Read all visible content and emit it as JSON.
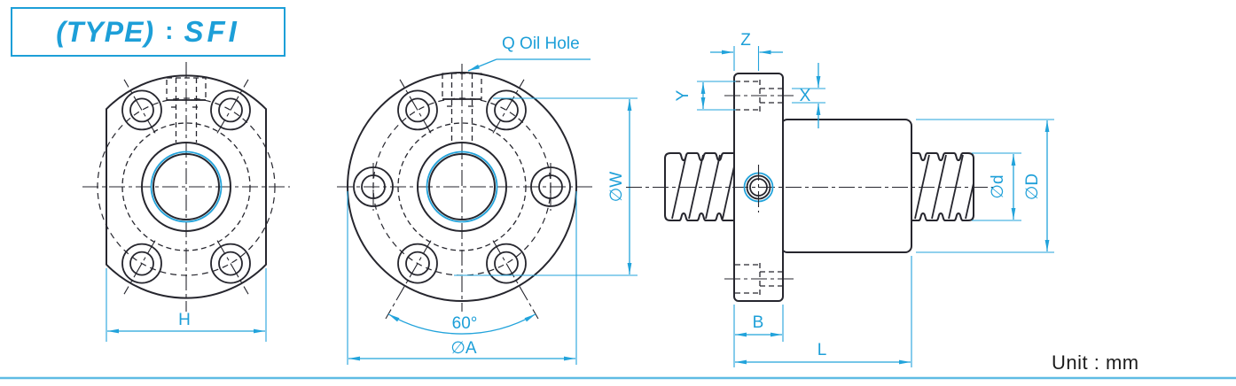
{
  "title": {
    "prefix": "(TYPE)",
    "colon": ":",
    "model": "SFI"
  },
  "callouts": {
    "oil_hole": "Q Oil Hole"
  },
  "dimensions": {
    "h": "H",
    "a": "∅A",
    "w": "∅W",
    "angle": "60°",
    "z": "Z",
    "y": "Y",
    "x": "X",
    "b": "B",
    "l": "L",
    "d_screw": "∅d",
    "d_nut": "∅D"
  },
  "footer": {
    "unit": "Unit : mm"
  },
  "colors": {
    "accent": "#1D9FD8",
    "dimension_line": "#22A3DB",
    "drawing_line": "#26262e",
    "separator": "#5FBCE4",
    "background": "#ffffff"
  }
}
